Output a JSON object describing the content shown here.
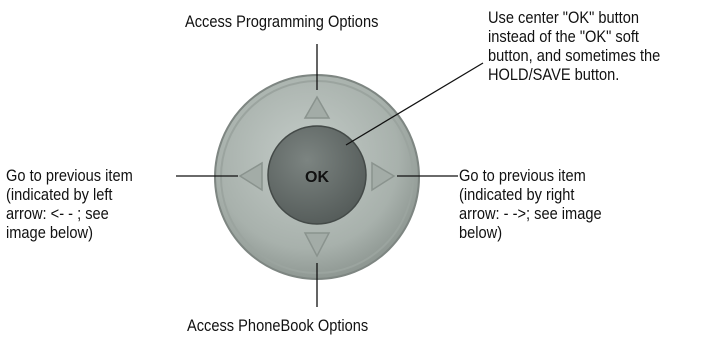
{
  "ok_label": "OK",
  "labels": {
    "top": "Access Programming Options",
    "bottom": "Access PhoneBook Options",
    "left": "Go to previous item\n(indicated by left\narrow: <- - ; see\nimage below)",
    "right": "Go to previous item\n(indicated by right\narrow: - ->; see image\nbelow)",
    "center_note": "Use center \"OK\" button\ninstead of the \"OK\" soft\nbutton, and sometimes the\nHOLD/SAVE button."
  },
  "colors": {
    "ring_outer": "#8c9490",
    "ring_fill": "#aab3ae",
    "arrow": "#9aa39e",
    "ok_button": "#606866",
    "ok_text": "#111111"
  },
  "icons": [
    "up-arrow-icon",
    "down-arrow-icon",
    "left-arrow-icon",
    "right-arrow-icon"
  ]
}
